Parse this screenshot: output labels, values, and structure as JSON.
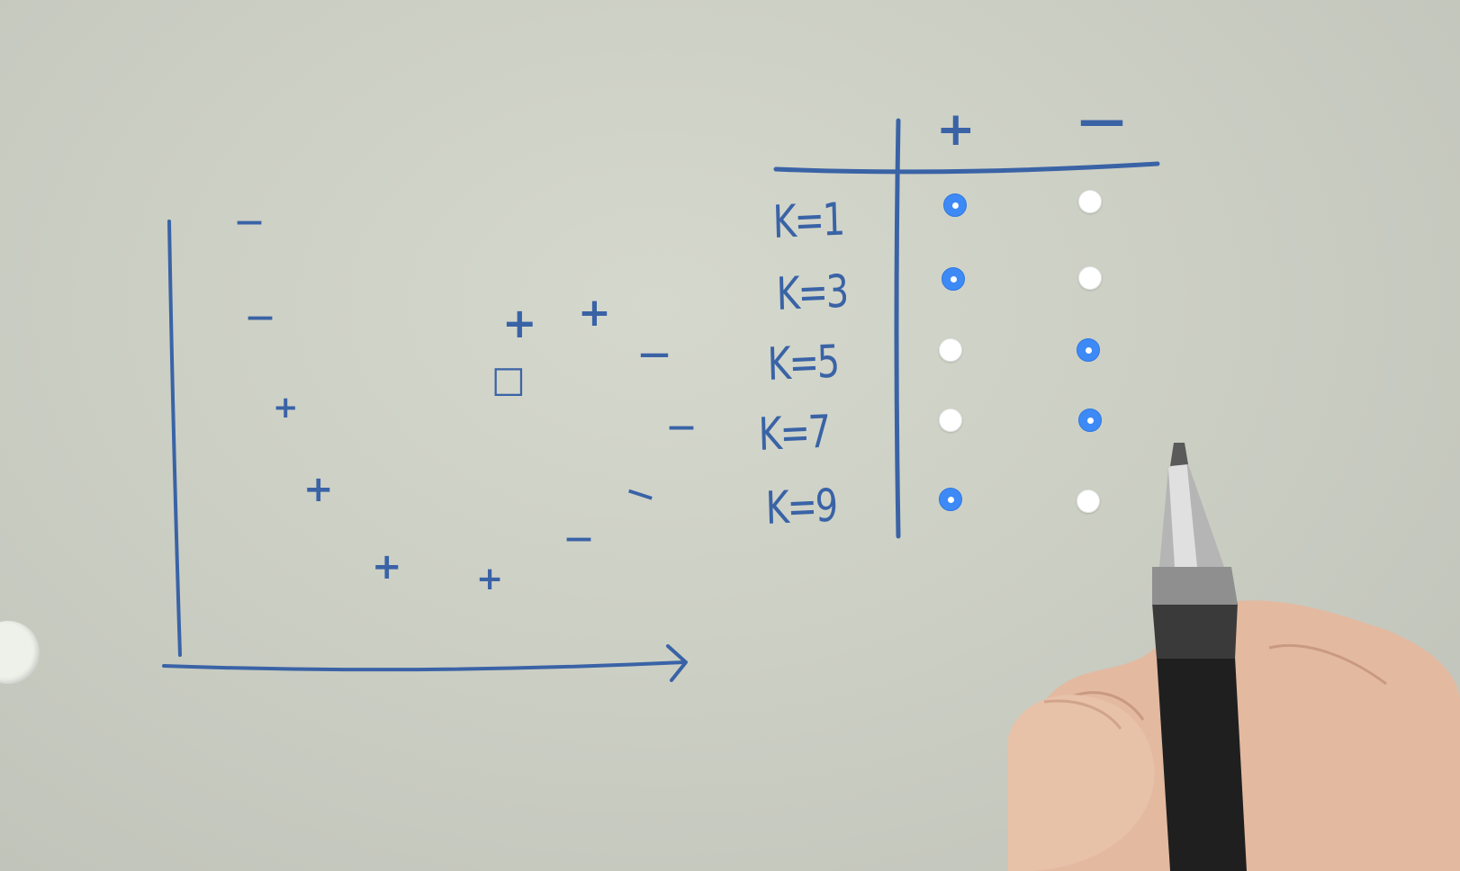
{
  "board": {
    "table": {
      "columns": [
        "+",
        "—"
      ],
      "rows": [
        {
          "label": "K=1",
          "selected": "+"
        },
        {
          "label": "K=3",
          "selected": "+"
        },
        {
          "label": "K=5",
          "selected": "—"
        },
        {
          "label": "K=7",
          "selected": "—"
        },
        {
          "label": "K=9",
          "selected": "+"
        }
      ]
    },
    "plot_marks": {
      "minus": "—",
      "plus": "+",
      "query": "□"
    }
  },
  "colors": {
    "ink": "#3a63a6",
    "radio_selected": "#3d8af7",
    "radio_unselected": "#ffffff",
    "paper": "#cfd2c7"
  }
}
